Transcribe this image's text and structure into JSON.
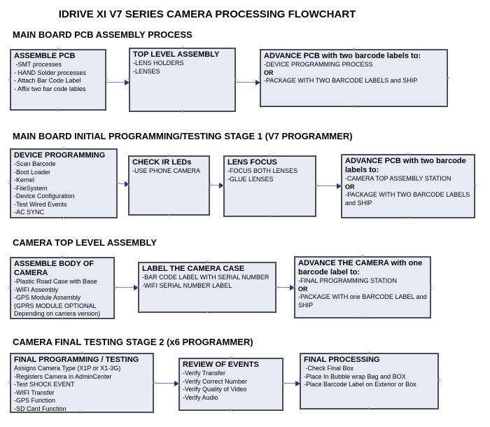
{
  "title": "IDRIVE XI V7 SERIES CAMERA PROCESSING FLOWCHART",
  "icons": {
    "connector_handle_glyph": "×"
  },
  "colors": {
    "box_fill": "#e6ebf6",
    "box_border": "#4d4d4d",
    "arrow_line": "#7186bd",
    "arrow_head": "#24357c",
    "handle": "#8a94b4",
    "text": "#000000",
    "background": "#ffffff"
  },
  "sections": [
    {
      "header": "MAIN BOARD PCB ASSEMBLY PROCESS",
      "boxes": [
        {
          "title": "ASSEMBLE PCB",
          "lines": [
            " -SMT processes",
            "- HAND Solder processes",
            "- Attach Bar Code Label",
            "- Affix two bar code lables"
          ]
        },
        {
          "title": "TOP LEVEL ASSEMBLY",
          "lines": [
            "-LENS HOLDERS",
            "-LENSES"
          ]
        },
        {
          "title": "ADVANCE PCB with two barcode labels to:",
          "lines": [
            "-DEVICE PROGRAMMING PROCESS",
            "OR",
            "-PACKAGE WITH TWO BARCODE LABELS and SHIP"
          ]
        }
      ]
    },
    {
      "header": "MAIN BOARD INITIAL PROGRAMMING/TESTING STAGE 1 (V7 PROGRAMMER)",
      "boxes": [
        {
          "title": "DEVICE PROGRAMMING",
          "lines": [
            "-Scan Barcode",
            "-Boot Loader",
            "-Kernel",
            "-FileSystem",
            "-Device Configuration",
            "-Test Wired Events",
            "-AC SYNC"
          ]
        },
        {
          "title": "CHECK IR LEDs",
          "lines": [
            "-USE PHONE CAMERA"
          ]
        },
        {
          "title": "LENS FOCUS",
          "lines": [
            "-FOCUS BOTH LENSES",
            "-GLUE LENSES"
          ]
        },
        {
          "title": "ADVANCE PCB with two barcode labels to:",
          "lines": [
            "-CAMERA TOP ASSEMBLY STATION",
            "OR",
            "-PACKAGE WITH TWO BARCODE LABELS and SHIP"
          ]
        }
      ]
    },
    {
      "header": "CAMERA TOP LEVEL ASSEMBLY",
      "boxes": [
        {
          "title": "ASSEMBLE BODY OF CAMERA",
          "lines": [
            "-Plastic Road Case with Base",
            "-WIFI Assembly",
            "-GPS Module Assembly",
            "(GPRS MODULE OPTIONAL",
            "Depending on camera version)"
          ]
        },
        {
          "title": "LABEL THE CAMERA CASE",
          "lines": [
            "-BAR CODE LABEL WITH SERIAL NUMBER",
            "-WIFI SERIAL NUMBER LABEL"
          ]
        },
        {
          "title": "ADVANCE THE CAMERA with one barcode label to:",
          "lines": [
            "-FINAL PROGRAMMING STATION",
            "OR",
            "-PACKAGE WITH one BARCODE LABEL and SHIP"
          ]
        }
      ]
    },
    {
      "header": "CAMERA FINAL TESTING STAGE 2 (x6 PROGRAMMER)",
      "boxes": [
        {
          "title": "FINAL PROGRAMMING / TESTING",
          "lines": [
            "Assigns Camera Type (X1P or X1-3G)",
            "-Registers Camera in AdminCenter",
            "-Test SHOCK EVENT",
            "-WIFI Transfer",
            "-GPS Function",
            "-SD Card Function"
          ]
        },
        {
          "title": "REVIEW OF EVENTS",
          "lines": [
            "-Verify Transfer",
            "-Verify Correct Number",
            "-Verify Quality of Video",
            "-Verify Audio"
          ]
        },
        {
          "title": "FINAL PROCESSING",
          "lines": [
            " -Check Final Box",
            "-Place In Bubble wrap Bag and BOX",
            "-Place Barcode Label on Exterior or Box"
          ]
        }
      ]
    }
  ]
}
